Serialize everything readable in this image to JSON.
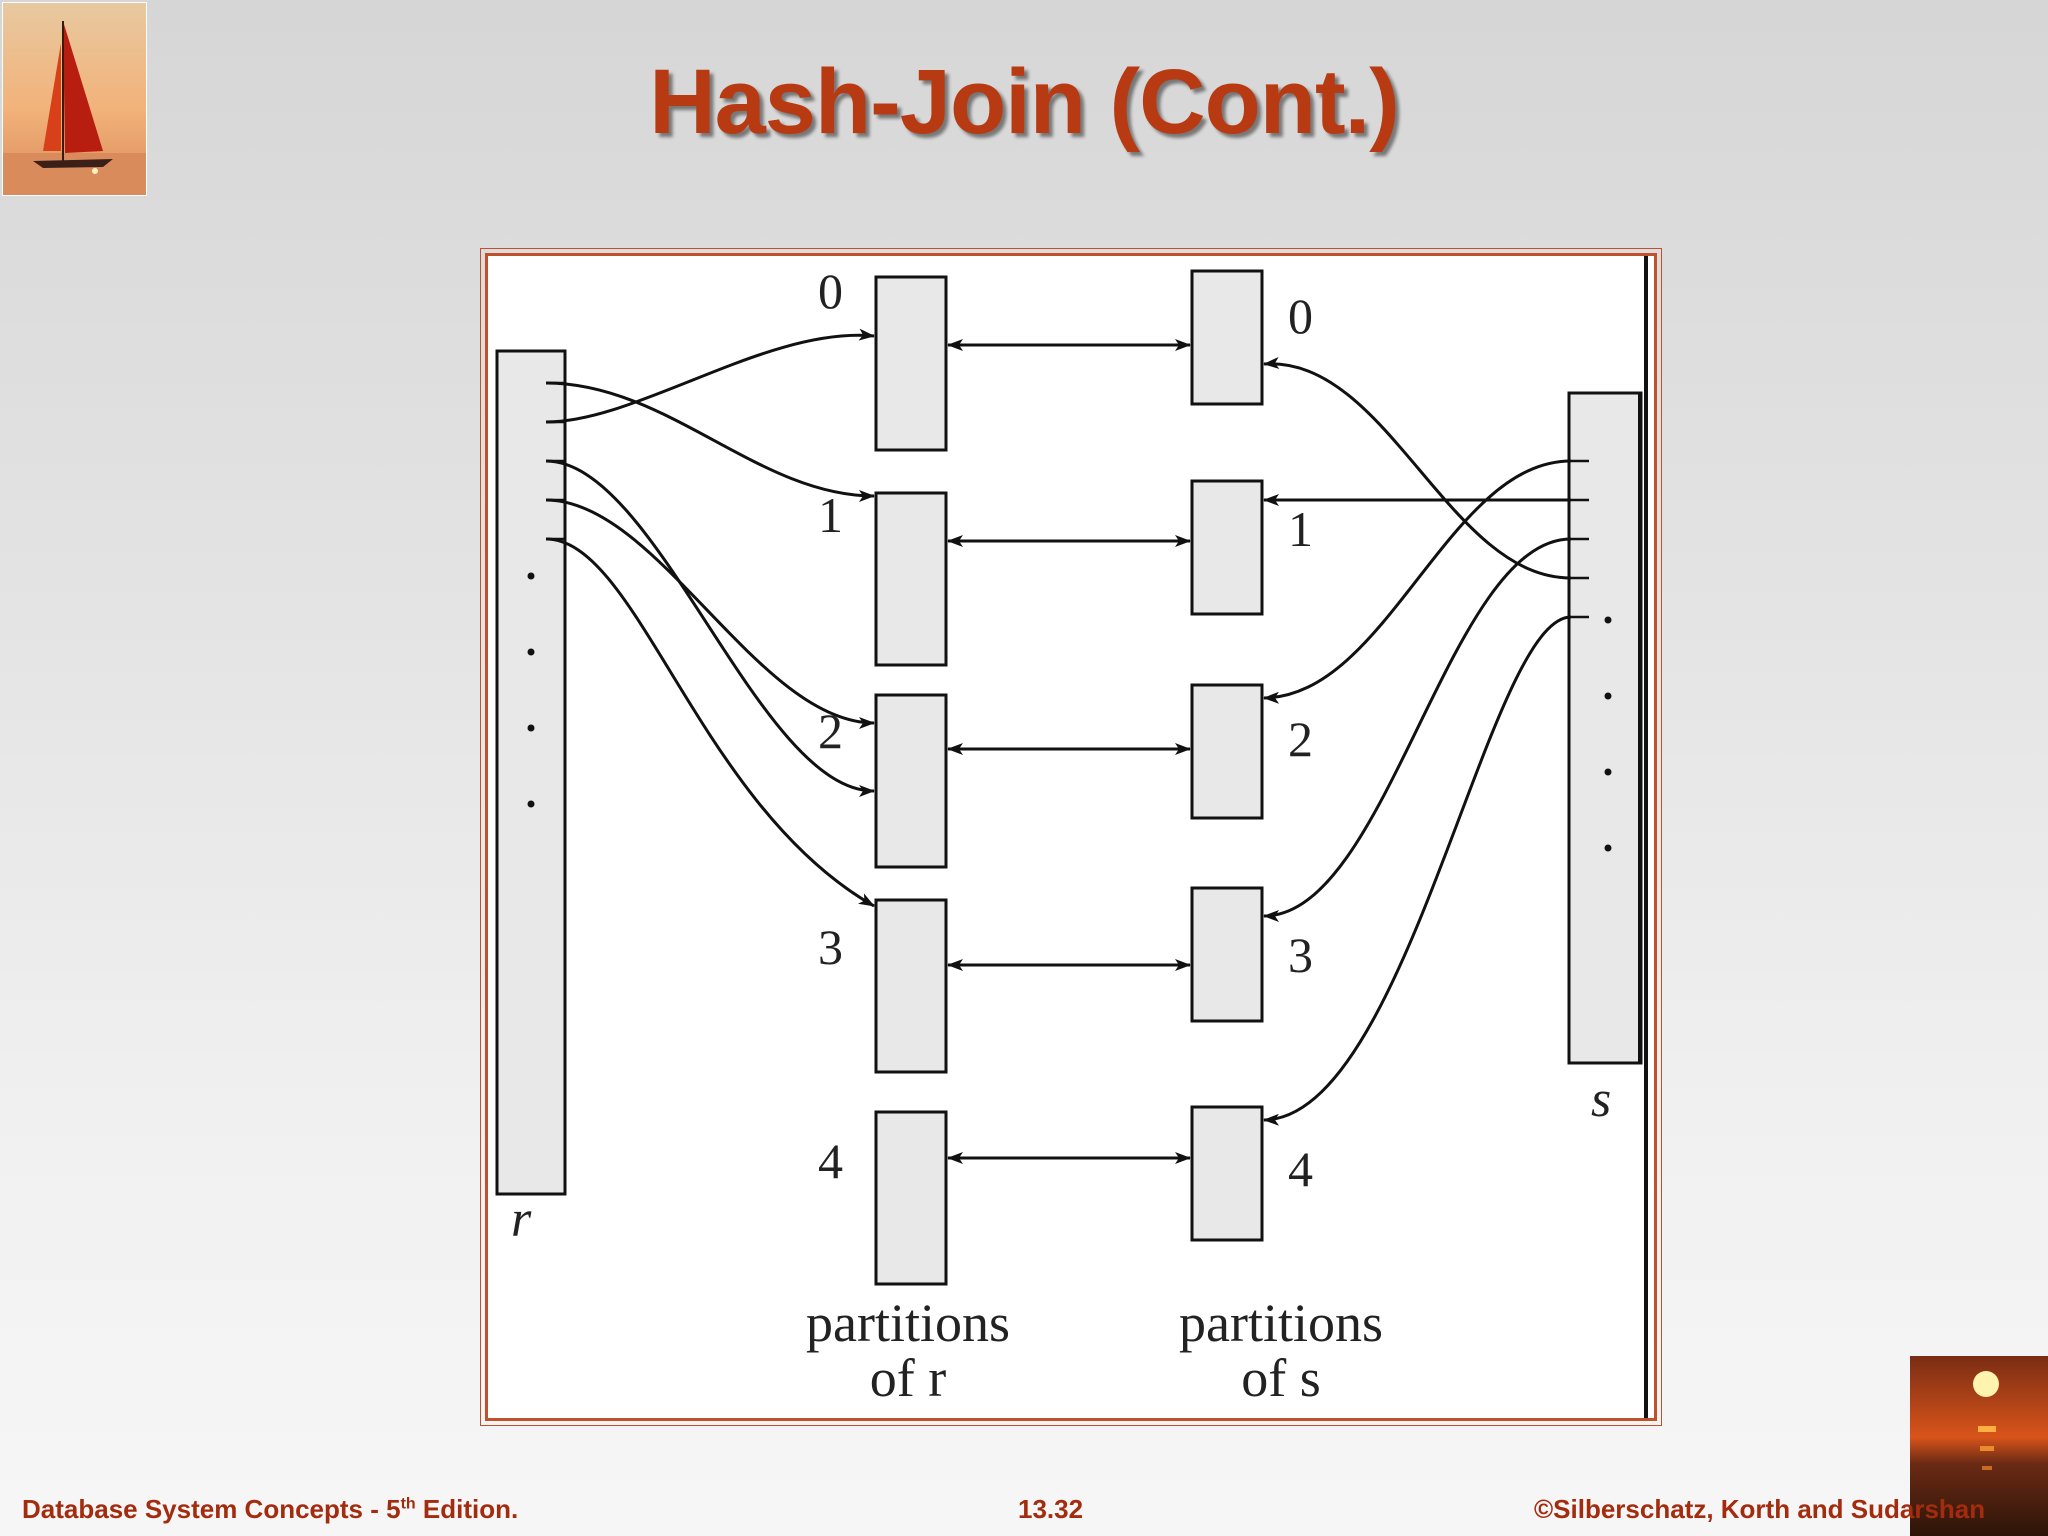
{
  "title": "Hash-Join (Cont.)",
  "diagram": {
    "relation_r_label": "r",
    "relation_s_label": "s",
    "partition_numbers": [
      "0",
      "1",
      "2",
      "3",
      "4"
    ],
    "partitions_r_line1": "partitions",
    "partitions_r_line2": "of r",
    "partitions_s_line1": "partitions",
    "partitions_s_line2": "of s",
    "ellipsis": "·"
  },
  "footer": {
    "left_prefix": "Database System Concepts - 5",
    "left_sup": "th",
    "left_suffix": " Edition.",
    "page": "13.32",
    "copyright": "©Silberschatz, Korth and Sudarshan"
  },
  "colors": {
    "title": "#b83a12",
    "footer": "#a32c0f",
    "frame": "#c0512a",
    "box_fill": "#e8e8e8"
  },
  "icons": [
    "sailboat-logo",
    "sunset-logo"
  ]
}
